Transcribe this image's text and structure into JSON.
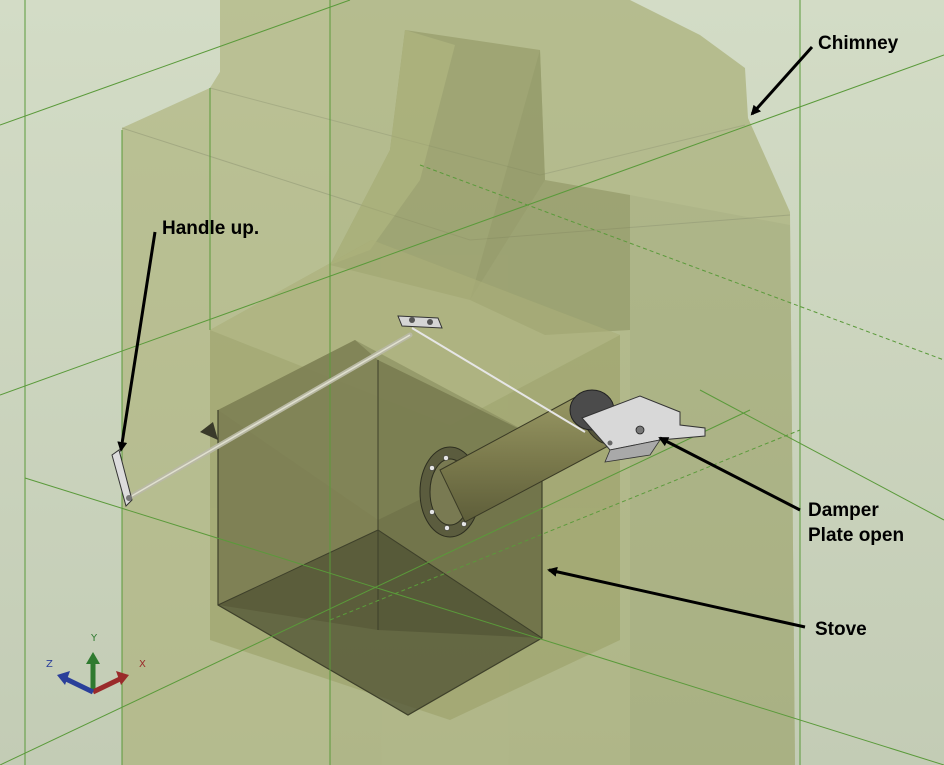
{
  "callouts": {
    "chimney": "Chimney",
    "handle": "Handle up.",
    "damper_line1": "Damper",
    "damper_line2": "Plate open",
    "stove": "Stove"
  },
  "triad": {
    "x_label": "X",
    "y_label": "Y",
    "z_label": "Z",
    "x_color": "#9a2a2a",
    "y_color": "#2f7a2f",
    "z_color": "#2a3f9a"
  },
  "colors": {
    "background": "#c9d3bd",
    "chimney_fill": "#a7ad72",
    "chimney_dark": "#8f955d",
    "stove_fill": "#7d7f52",
    "stove_dark": "#5f613c",
    "pipe_fill": "#8b8a5a",
    "grid_line": "#5a9a3a",
    "metal": "#c8c8c8"
  }
}
